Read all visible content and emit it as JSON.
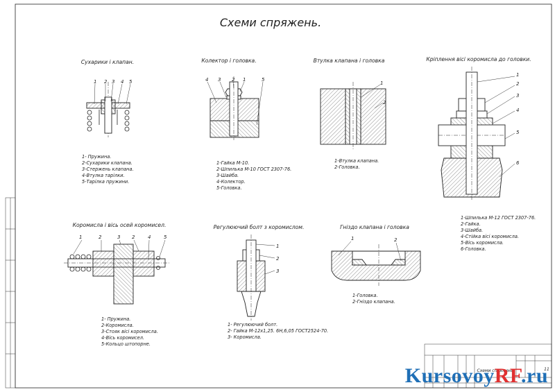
{
  "title": "Схеми спряжень.",
  "diagrams": [
    {
      "title": "Сухарики і клапан.",
      "callouts": [
        "1",
        "2",
        "3",
        "4",
        "5"
      ],
      "legend": [
        "1- Пружина.",
        "2-Сухарики клапана.",
        "3-Стержень клапана.",
        "4-Втулка тарілки.",
        "5-Тарілка пружини."
      ]
    },
    {
      "title": "Колектор і головка.",
      "callouts": [
        "4",
        "3",
        "2",
        "1",
        "5"
      ],
      "legend": [
        "1-Гайка М-10.",
        "2-Шпилька М-10 ГОСТ 2307-76.",
        "3-Шайба.",
        "4-Колектор.",
        "5-Головка."
      ]
    },
    {
      "title": "Втулка клапана і головка",
      "callouts": [
        "1",
        "2"
      ],
      "legend": [
        "1-Втулка клапана.",
        "2-Головка."
      ]
    },
    {
      "title": "Кріплення вісі коромисла до головки.",
      "callouts": [
        "1",
        "2",
        "3",
        "4",
        "5",
        "6"
      ],
      "legend": [
        "1-Шпилька М-12 ГОСТ 2307-76.",
        "2-Гайка.",
        "3-Шайба.",
        "4-Стійка вісі коромисла.",
        "5-Вісь коромисла.",
        "6-Головка."
      ]
    },
    {
      "title": "Коромисла і вісь осей коромисел.",
      "callouts": [
        "1",
        "2",
        "3",
        "2",
        "4",
        "5"
      ],
      "legend": [
        "1- Пружина.",
        "2-Коромисла.",
        "3-Стояк вісі коромисла.",
        "4-Вісь коромисел.",
        "5-Кольцо штопорне."
      ]
    },
    {
      "title": "Регулюючий болт з коромислом.",
      "callouts": [
        "1",
        "2",
        "3"
      ],
      "legend": [
        "1- Регулюючий болт.",
        "2- Гайка М-12х1,25. 6Н,6,05 ГОСТ2524-70.",
        "3- Коромисла."
      ]
    },
    {
      "title": "Гніздо клапана і головка",
      "callouts": [
        "1",
        "2"
      ],
      "legend": [
        "1-Головка.",
        "2-Гніздо клапана."
      ]
    }
  ],
  "title_block": {
    "name": "Схеми спряжень",
    "sheet_no": "11"
  },
  "watermark": {
    "part1": "Kursovoy",
    "part2": "RF",
    "part3": ".ru"
  },
  "colors": {
    "line": "#222222",
    "watermark_blue": "#1f6fb6",
    "watermark_red": "#e03030"
  }
}
